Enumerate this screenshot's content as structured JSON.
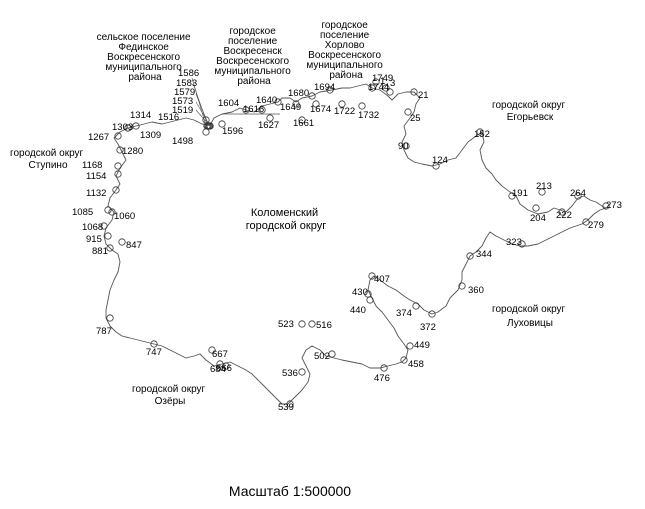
{
  "title_center": [
    "Коломенский",
    "городской округ"
  ],
  "scale": "Масштаб 1:500000",
  "neighbors": {
    "fedino": [
      "сельское поселение",
      "Фединское",
      "Воскресенского",
      "муниципального",
      "района"
    ],
    "voskresensk": [
      "городское",
      "поселение",
      "Воскресенск",
      "Воскресенского",
      "муниципального",
      "района"
    ],
    "khorlovo": [
      "городское",
      "поселение",
      "Хорлово",
      "Воскресенского",
      "муниципального",
      "района"
    ],
    "egorievsk": [
      "городской округ",
      "Егорьевск"
    ],
    "stupino": [
      "городской округ",
      "Ступино"
    ],
    "lukhovitsy": [
      "городской округ",
      "Луховицы"
    ],
    "ozery": [
      "городской округ",
      "Озёры"
    ]
  },
  "points": [
    {
      "label": "1586"
    },
    {
      "label": "1583"
    },
    {
      "label": "1579"
    },
    {
      "label": "1573"
    },
    {
      "label": "1519"
    },
    {
      "label": "1516"
    },
    {
      "label": "1498"
    },
    {
      "label": "1596"
    },
    {
      "label": "1604"
    },
    {
      "label": "1616"
    },
    {
      "label": "1627"
    },
    {
      "label": "1640"
    },
    {
      "label": "1649"
    },
    {
      "label": "1661"
    },
    {
      "label": "1674"
    },
    {
      "label": "1680"
    },
    {
      "label": "1694"
    },
    {
      "label": "1722"
    },
    {
      "label": "1732"
    },
    {
      "label": "1744"
    },
    {
      "label": "1749"
    },
    {
      "label": "1"
    },
    {
      "label": "3"
    },
    {
      "label": "21"
    },
    {
      "label": "25"
    },
    {
      "label": "90"
    },
    {
      "label": "124"
    },
    {
      "label": "152"
    },
    {
      "label": "191"
    },
    {
      "label": "204"
    },
    {
      "label": "213"
    },
    {
      "label": "222"
    },
    {
      "label": "264"
    },
    {
      "label": "273"
    },
    {
      "label": "279"
    },
    {
      "label": "323"
    },
    {
      "label": "344"
    },
    {
      "label": "360"
    },
    {
      "label": "372"
    },
    {
      "label": "374"
    },
    {
      "label": "407"
    },
    {
      "label": "430"
    },
    {
      "label": "440"
    },
    {
      "label": "449"
    },
    {
      "label": "458"
    },
    {
      "label": "476"
    },
    {
      "label": "502"
    },
    {
      "label": "516"
    },
    {
      "label": "523"
    },
    {
      "label": "536"
    },
    {
      "label": "539"
    },
    {
      "label": "666"
    },
    {
      "label": "667"
    },
    {
      "label": "684"
    },
    {
      "label": "747"
    },
    {
      "label": "787"
    },
    {
      "label": "847"
    },
    {
      "label": "881"
    },
    {
      "label": "915"
    },
    {
      "label": "1060"
    },
    {
      "label": "1068"
    },
    {
      "label": "1085"
    },
    {
      "label": "1132"
    },
    {
      "label": "1154"
    },
    {
      "label": "1168"
    },
    {
      "label": "1267"
    },
    {
      "label": "1280"
    },
    {
      "label": "1303"
    },
    {
      "label": "1309"
    },
    {
      "label": "1314"
    }
  ]
}
